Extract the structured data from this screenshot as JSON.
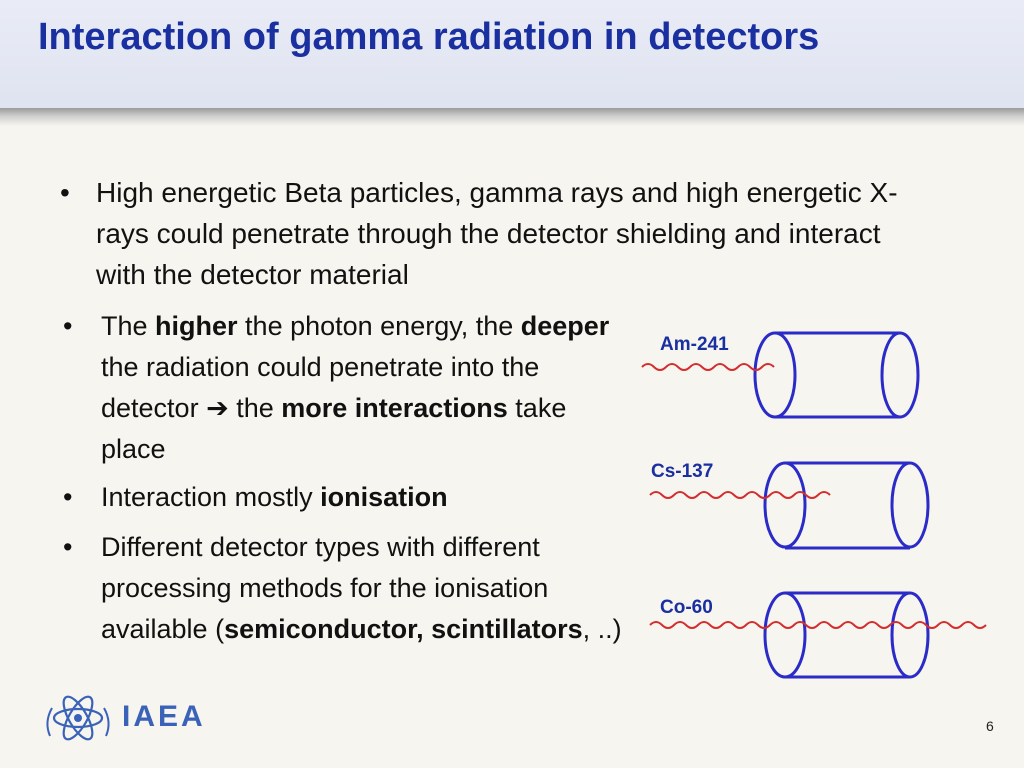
{
  "title": "Interaction of gamma radiation in detectors",
  "bullets": {
    "b1": "High energetic Beta particles, gamma rays and high energetic X-rays could penetrate through the detector shielding and interact with the detector material",
    "b2_p1": "The ",
    "b2_bold1": "higher",
    "b2_p2": " the photon energy, the ",
    "b2_bold2": "deeper",
    "b2_p3": " the radiation could penetrate  into the detector ",
    "b2_arrow": "➔",
    "b2_p4": " the ",
    "b2_bold3": "more interactions",
    "b2_p5": " take place",
    "b3_p1": "Interaction mostly ",
    "b3_bold": "ionisation",
    "b4_p1": "Different detector types with different processing methods for the ionisation available (",
    "b4_bold": "semiconductor, scintillators",
    "b4_p2": ", ..)",
    "bullet_char": "•"
  },
  "isotopes": {
    "am": "Am-241",
    "cs": "Cs-137",
    "co": "Co-60"
  },
  "logo": {
    "text": "IAEA",
    "icon": "iaea-atom-logo-icon"
  },
  "page_number": "6",
  "colors": {
    "title": "#1a2fa0",
    "isotope_label": "#1a2fa0",
    "cylinder": "#2b2bc8",
    "wave": "#d23030",
    "logo": "#3a62b8"
  }
}
